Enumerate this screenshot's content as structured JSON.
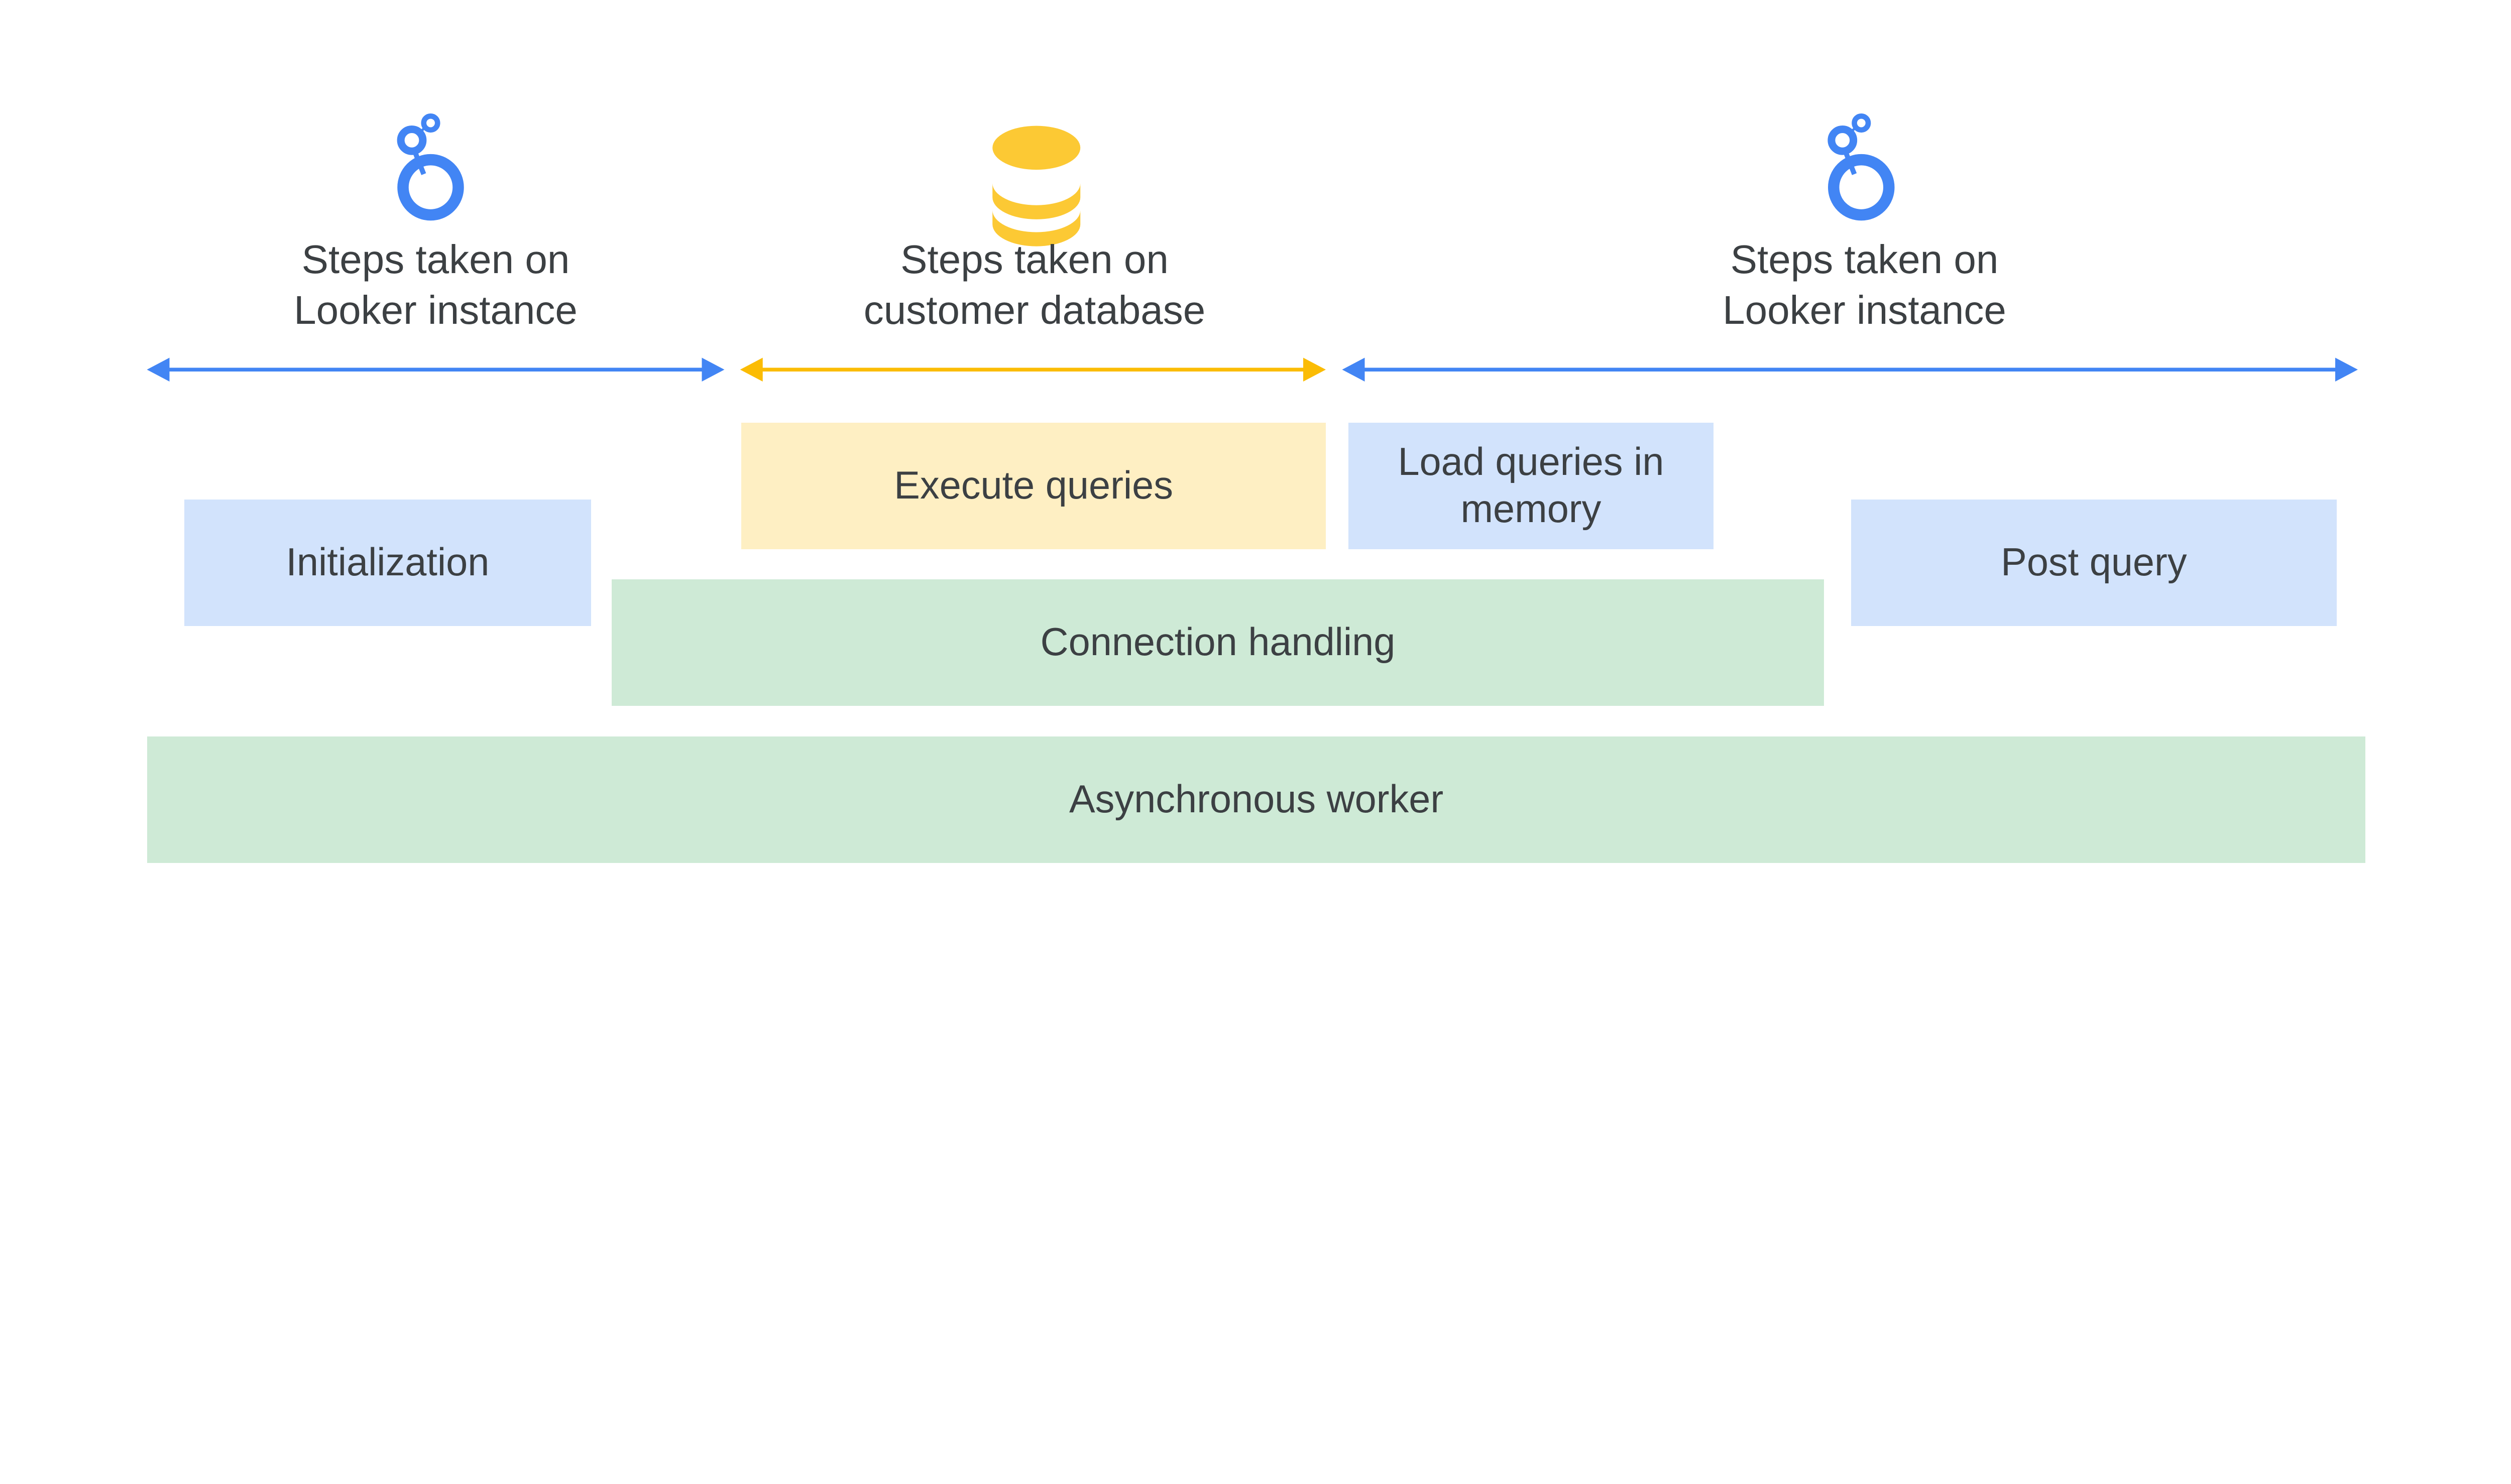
{
  "colors": {
    "blue": "#4285f4",
    "yellow": "#fbbc04",
    "db_yellow": "#fcc934",
    "light_blue": "#d2e3fc",
    "light_yellow": "#feefc3",
    "light_green": "#ceead6",
    "text": "#3c4043"
  },
  "headers": [
    {
      "icon": "looker-logo-icon",
      "line1": "Steps taken on",
      "line2": "Looker instance"
    },
    {
      "icon": "database-icon",
      "line1": "Steps taken on",
      "line2": "customer database"
    },
    {
      "icon": "looker-logo-icon",
      "line1": "Steps taken on",
      "line2": "Looker instance"
    }
  ],
  "boxes": {
    "execute": "Execute queries",
    "load_line1": "Load queries in",
    "load_line2": "memory",
    "init": "Initialization",
    "post": "Post query",
    "connection": "Connection handling",
    "async": "Asynchronous worker"
  }
}
